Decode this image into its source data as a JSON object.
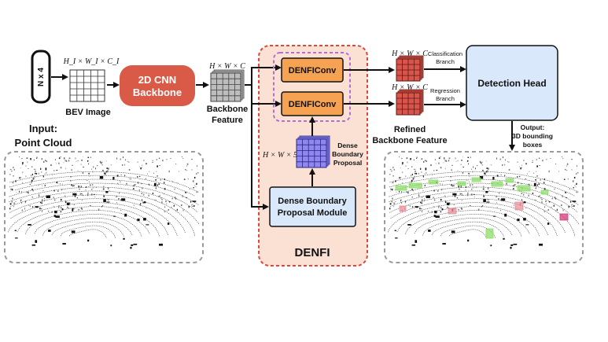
{
  "input": {
    "nx4": "N x 4",
    "title_line1": "Input:",
    "title_line2": "Point Cloud"
  },
  "bev": {
    "dim": "H_I × W_I × C_I",
    "label": "BEV Image"
  },
  "backbone": {
    "line1": "2D CNN",
    "line2": "Backbone"
  },
  "backbone_feature": {
    "dim": "H × W × C",
    "line1": "Backbone",
    "line2": "Feature"
  },
  "denfi": {
    "conv_top": "DENFIConv",
    "conv_bottom": "DENFIConv",
    "proposal_dim": "H × W × 5",
    "proposal_line1": "Dense",
    "proposal_line2": "Boundary",
    "proposal_line3": "Proposal",
    "module_line1": "Dense Boundary",
    "module_line2": "Proposal Module",
    "title": "DENFI"
  },
  "refined": {
    "dim_top": "H × W × C",
    "dim_bottom": "H × W × C",
    "cls_line1": "Classification",
    "cls_line2": "Branch",
    "reg_line1": "Regression",
    "reg_line2": "Branch",
    "label_line1": "Refined",
    "label_line2": "Backbone Feature"
  },
  "head": {
    "label": "Detection Head"
  },
  "output": {
    "line1": "Output:",
    "line2": "3D bounding",
    "line3": "boxes"
  },
  "colors": {
    "backbone": "#d95a47",
    "denfi_bg": "#fbe1d3",
    "denfi_border": "#e0443a",
    "conv": "#f5a253",
    "conv_group_border": "#b06fd8",
    "proposal_grid": "#8f86f0",
    "module": "#d9e8fb",
    "head": "#d9e8fb",
    "refined_grid": "#d9544a",
    "feature_grid": "#bdbdbd",
    "box_green": "#8ede6a",
    "box_red": "#e8909a",
    "box_magenta": "#d23b7a"
  }
}
